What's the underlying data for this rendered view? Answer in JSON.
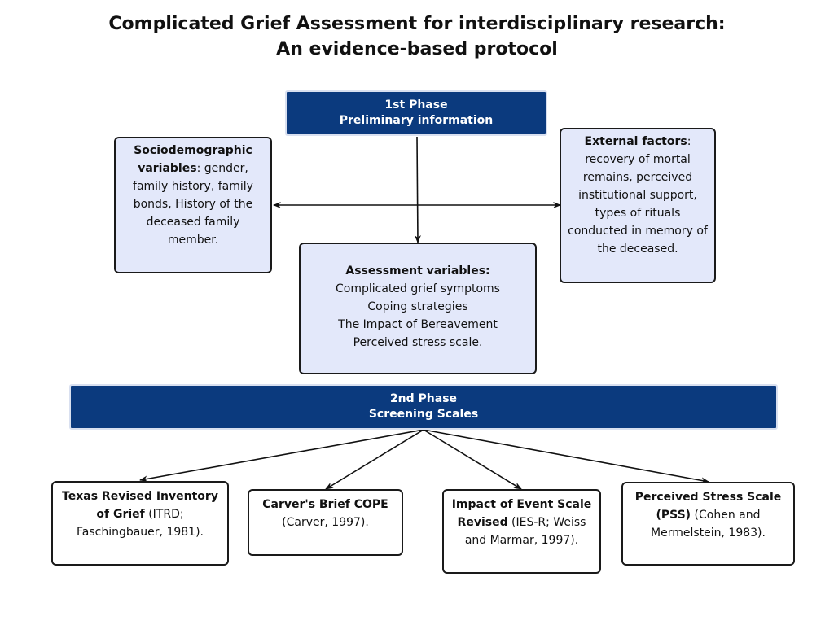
{
  "title": {
    "line1": "Complicated Grief Assessment for interdisciplinary research:",
    "line2": "An evidence-based protocol"
  },
  "phase1": {
    "line1": "1st Phase",
    "line2": "Preliminary information"
  },
  "sociodemographic": {
    "label": "Sociodemographic variables",
    "text": ": gender, family history, family bonds, History of the deceased family member."
  },
  "external": {
    "label": "External factors",
    "text": ": recovery of mortal remains, perceived institutional support, types of rituals conducted in memory of the deceased."
  },
  "assessment": {
    "label": "Assessment variables:",
    "items": [
      "Complicated grief symptoms",
      "Coping strategies",
      "The Impact of Bereavement",
      "Perceived stress scale."
    ]
  },
  "phase2": {
    "line1": "2nd Phase",
    "line2": "Screening Scales"
  },
  "scales": [
    {
      "label": "Texas Revised Inventory of Grief",
      "text": " (ITRD; Faschingbauer, 1981)."
    },
    {
      "label": "Carver's Brief COPE",
      "text": " (Carver, 1997)."
    },
    {
      "label": "Impact of Event Scale Revised",
      "text": " (IES-R; Weiss and Marmar, 1997)."
    },
    {
      "label": "Perceived Stress Scale (PSS)",
      "text": " (Cohen and Mermelstein, 1983)."
    }
  ],
  "colors": {
    "phase_fill": "#0b3a7e",
    "info_box_fill": "#e3e8fa",
    "border": "#1a1a1a"
  }
}
